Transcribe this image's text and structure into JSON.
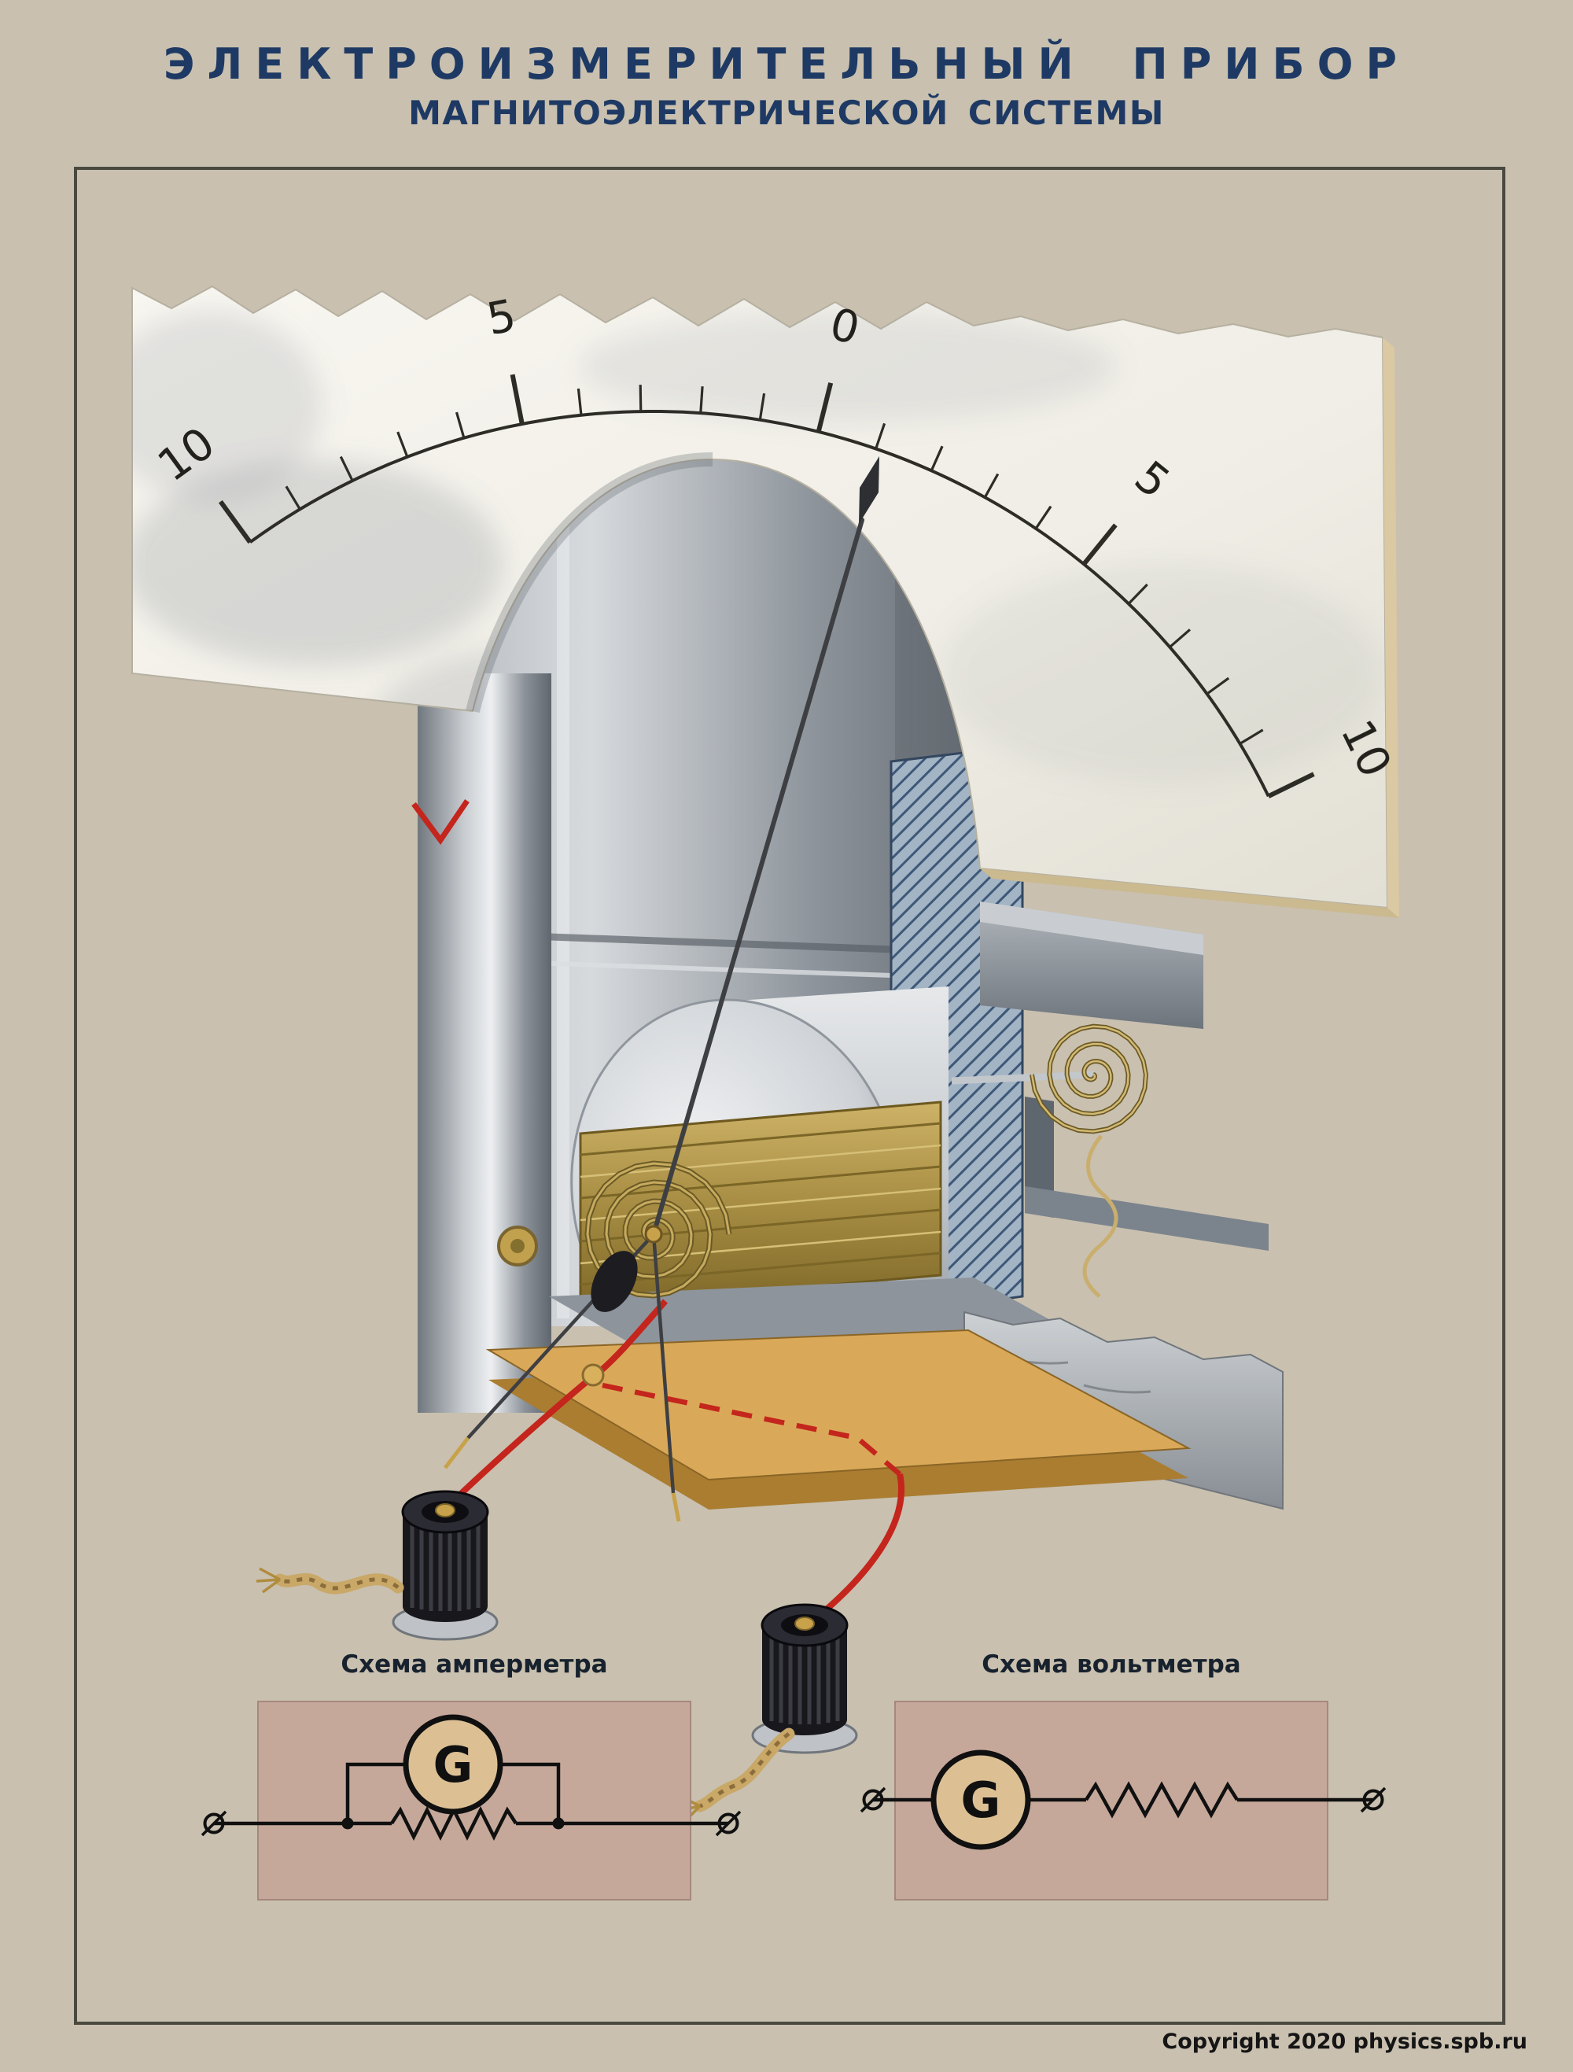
{
  "poster": {
    "title": "ЭЛЕКТРОИЗМЕРИТЕЛЬНЫЙ ПРИБОР",
    "subtitle": "МАГНИТОЭЛЕКТРИЧЕСКОЙ СИСТЕМЫ",
    "copyright": "Copyright 2020 physics.spb.ru"
  },
  "meter": {
    "scale_labels": [
      "10",
      "5",
      "0",
      "5",
      "10"
    ],
    "needle_points_to": "0"
  },
  "diagrams": {
    "ammeter": {
      "label": "Схема амперметра",
      "device_letter": "G"
    },
    "voltmeter": {
      "label": "Схема вольтметра",
      "device_letter": "G"
    }
  },
  "colors": {
    "background": "#c9c0af",
    "title_text": "#1e3a64",
    "frame_border": "#4a4940",
    "scale_plate": "#f4f2ea",
    "metal_gray": "#9aa1a8",
    "coil_gold": "#a78d43",
    "wire_red": "#c4251c",
    "diagram_box": "#c6a89b",
    "galvanometer_fill": "#dcc094",
    "base_wood": "#d9a959"
  }
}
